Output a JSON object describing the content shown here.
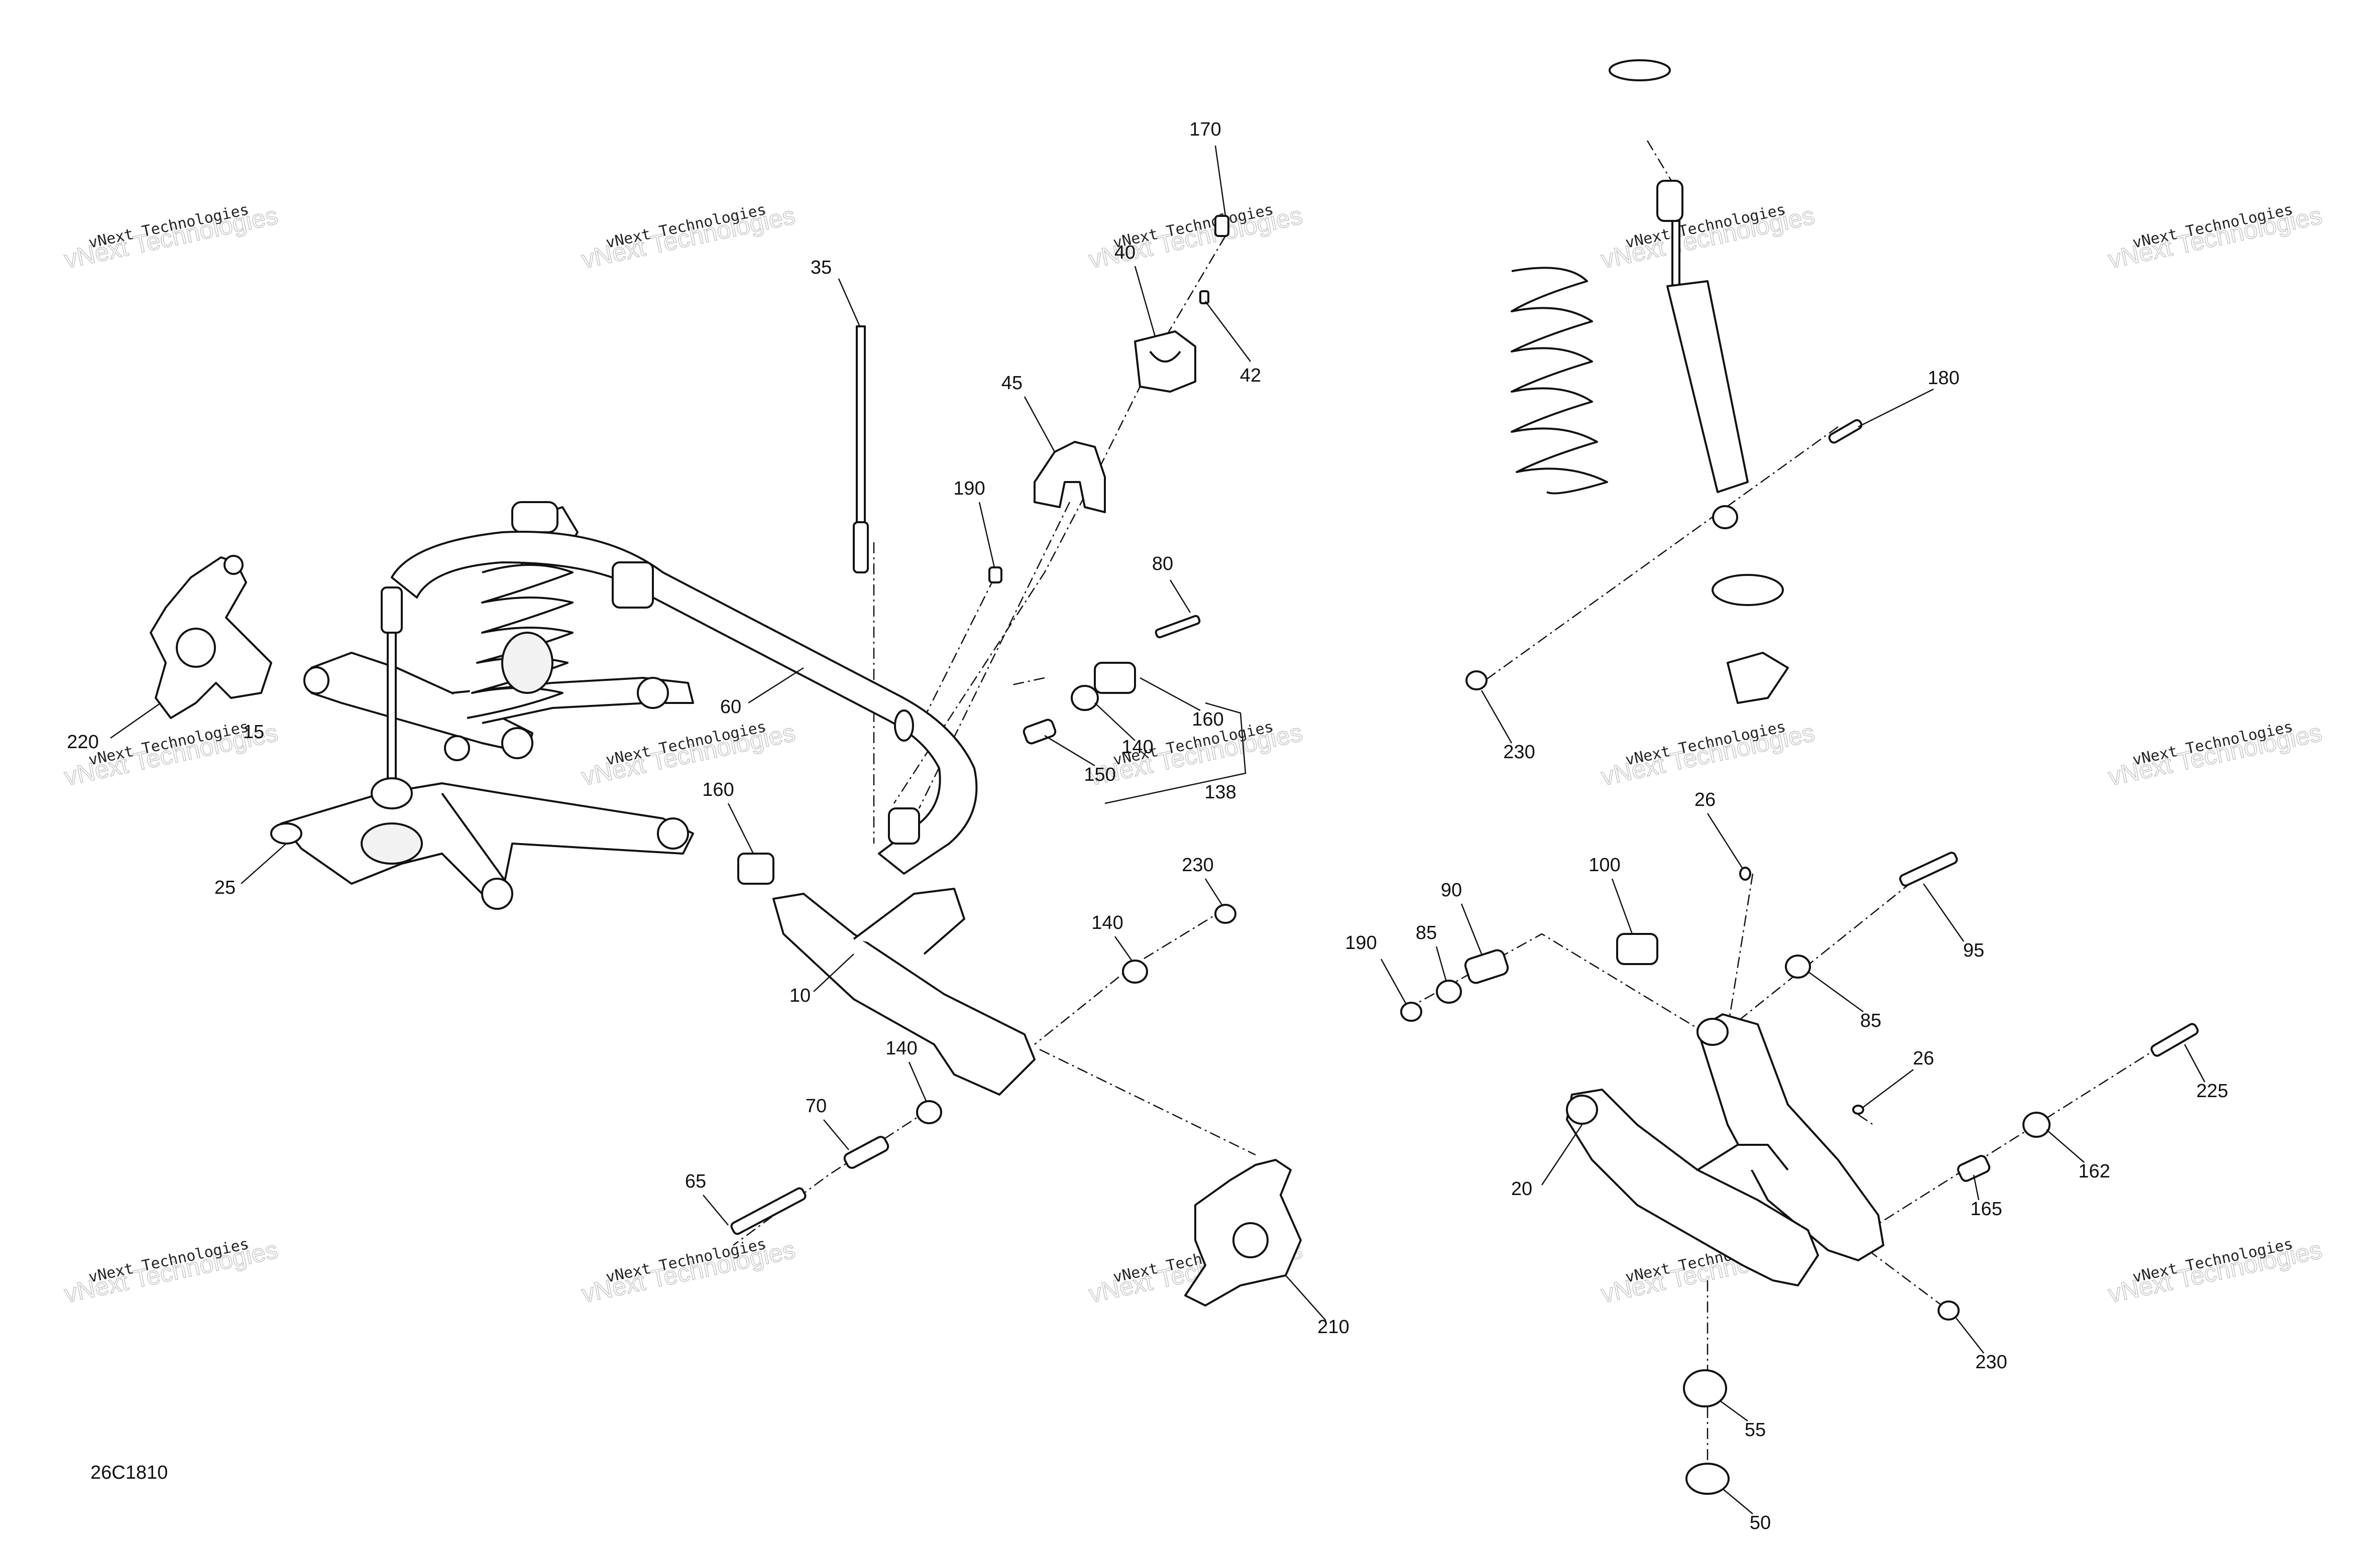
{
  "diagram": {
    "drawing_id": "26C1810",
    "watermark_line1": "vNext Technologies",
    "watermark_line2": "vNext Technologies",
    "callouts": [
      {
        "id": "170",
        "text": "170"
      },
      {
        "id": "35",
        "text": "35"
      },
      {
        "id": "40",
        "text": "40"
      },
      {
        "id": "42",
        "text": "42"
      },
      {
        "id": "45",
        "text": "45"
      },
      {
        "id": "190a",
        "text": "190"
      },
      {
        "id": "80",
        "text": "80"
      },
      {
        "id": "160a",
        "text": "160"
      },
      {
        "id": "140a",
        "text": "140"
      },
      {
        "id": "150",
        "text": "150"
      },
      {
        "id": "138",
        "text": "138"
      },
      {
        "id": "60",
        "text": "60"
      },
      {
        "id": "15",
        "text": "15"
      },
      {
        "id": "220",
        "text": "220"
      },
      {
        "id": "25",
        "text": "25"
      },
      {
        "id": "160b",
        "text": "160"
      },
      {
        "id": "230a",
        "text": "230"
      },
      {
        "id": "140b",
        "text": "140"
      },
      {
        "id": "10",
        "text": "10"
      },
      {
        "id": "140c",
        "text": "140"
      },
      {
        "id": "70",
        "text": "70"
      },
      {
        "id": "65",
        "text": "65"
      },
      {
        "id": "210",
        "text": "210"
      },
      {
        "id": "180",
        "text": "180"
      },
      {
        "id": "230b",
        "text": "230"
      },
      {
        "id": "26a",
        "text": "26"
      },
      {
        "id": "90",
        "text": "90"
      },
      {
        "id": "100",
        "text": "100"
      },
      {
        "id": "190b",
        "text": "190"
      },
      {
        "id": "85a",
        "text": "85"
      },
      {
        "id": "95",
        "text": "95"
      },
      {
        "id": "85b",
        "text": "85"
      },
      {
        "id": "26b",
        "text": "26"
      },
      {
        "id": "225",
        "text": "225"
      },
      {
        "id": "20",
        "text": "20"
      },
      {
        "id": "162",
        "text": "162"
      },
      {
        "id": "165",
        "text": "165"
      },
      {
        "id": "230c",
        "text": "230"
      },
      {
        "id": "55",
        "text": "55"
      },
      {
        "id": "50",
        "text": "50"
      }
    ]
  }
}
